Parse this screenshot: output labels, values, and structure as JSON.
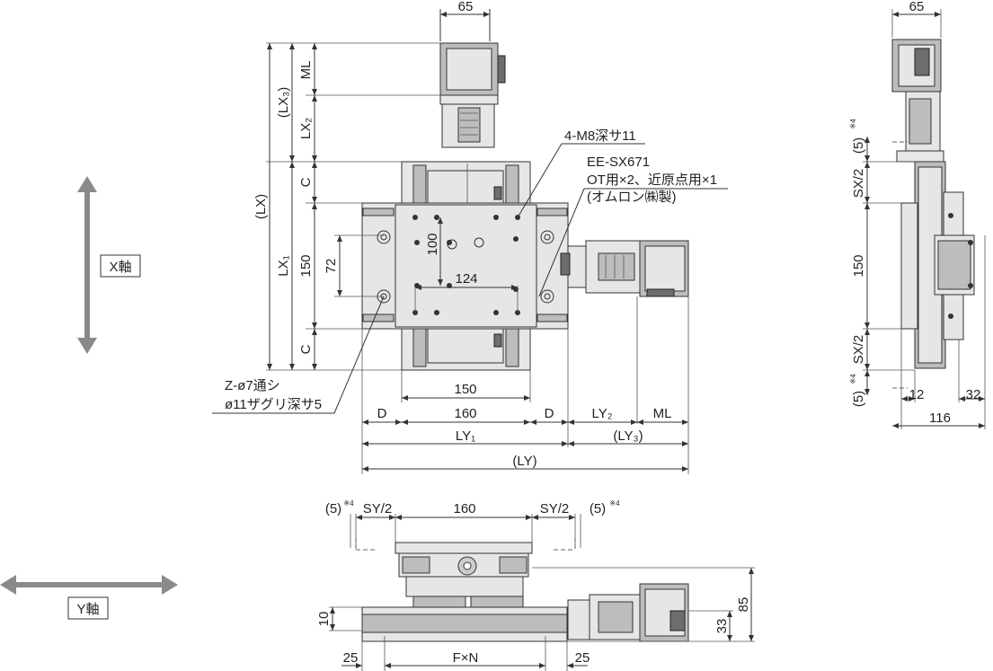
{
  "axes": {
    "x_axis_label": "X軸",
    "y_axis_label": "Y軸"
  },
  "top_view": {
    "dims": {
      "motor_width": "65",
      "ml": "ML",
      "lx3": "(LX₃)",
      "lx2": "LX₂",
      "lx": "(LX)",
      "c_top": "C",
      "lx1": "LX₁",
      "stroke_150": "150",
      "pitch_72": "72",
      "pitch_100": "100",
      "pitch_124": "124",
      "c_bottom": "C",
      "base_150": "150",
      "d_left": "D",
      "base_160": "160",
      "d_right": "D",
      "ly2": "LY₂",
      "ml_right": "ML",
      "ly1": "LY₁",
      "ly3": "(LY₃)",
      "ly": "(LY)"
    },
    "callouts": {
      "tap_holes": "4-M8深サ11",
      "sensor_model": "EE-SX671",
      "sensor_use": "OT用×2、近原点用×1",
      "sensor_maker": "(オムロン㈱製)",
      "through_hole": "Z-ø7通シ",
      "counterbore": "ø11ザグリ深サ5"
    }
  },
  "side_view": {
    "dims": {
      "motor_width": "65",
      "ot_top": "(5)",
      "ot_top_note": "※4",
      "sx2_top": "SX/2",
      "stroke_150": "150",
      "sx2_bottom": "SX/2",
      "ot_bottom": "(5)",
      "ot_bottom_note": "※4",
      "dim_12": "12",
      "dim_32": "32",
      "dim_116": "116"
    }
  },
  "front_view": {
    "dims": {
      "ot_left": "(5)",
      "ot_left_note": "※4",
      "sy2_left": "SY/2",
      "width_160": "160",
      "sy2_right": "SY/2",
      "ot_right": "(5)",
      "ot_right_note": "※4",
      "height_85": "85",
      "height_33": "33",
      "base_10": "10",
      "margin_left": "25",
      "fxn": "F×N",
      "margin_right": "25"
    }
  }
}
